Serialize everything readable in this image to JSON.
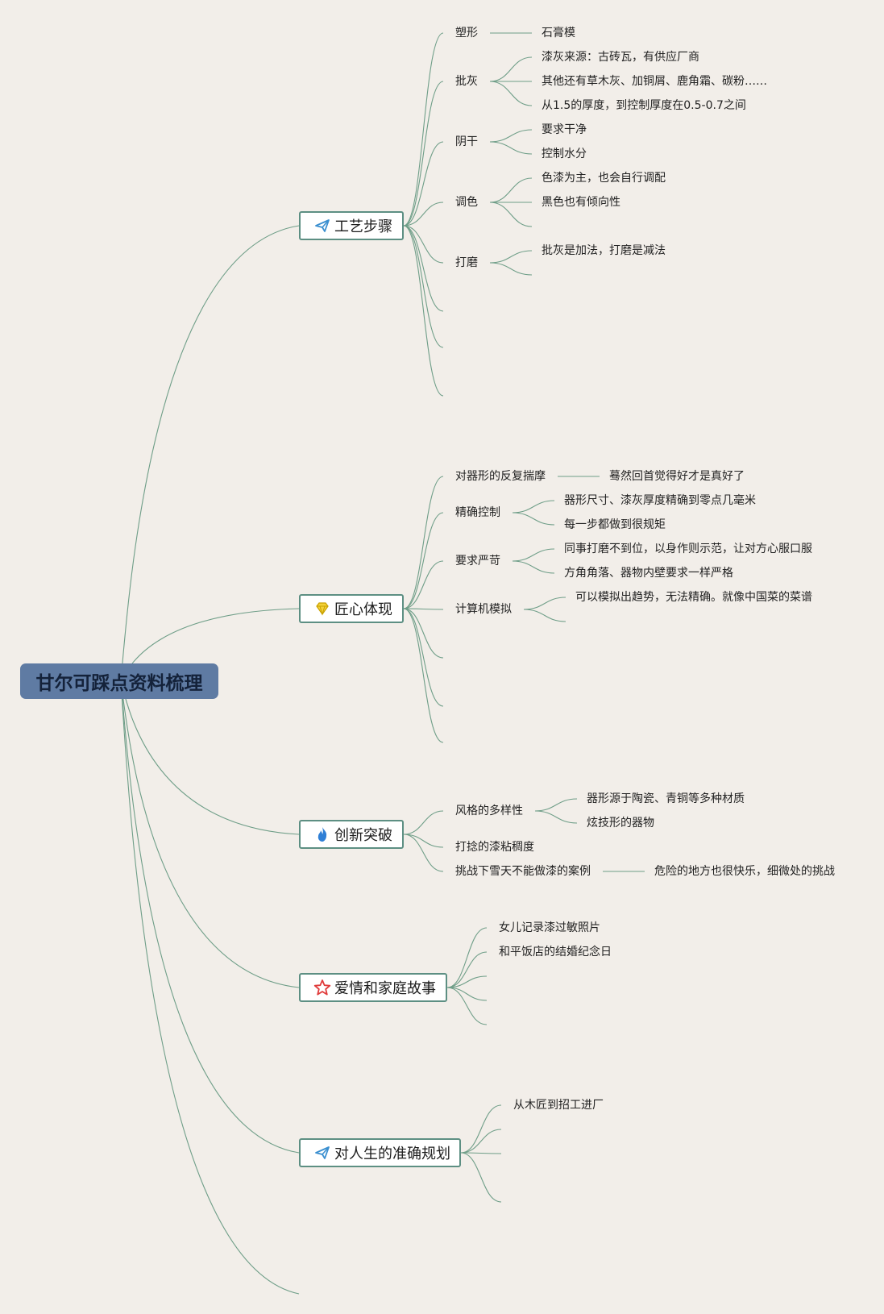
{
  "root": "甘尔可踩点资料梳理",
  "colors": {
    "line": "#6f9e88",
    "root_bg": "#5f7ba3",
    "branch_border": "#5d8f83",
    "background": "#f2eee9"
  },
  "branches": [
    {
      "label": "工艺步骤",
      "icon": "paper-plane-icon",
      "children": [
        {
          "label": "塑形",
          "children": [
            "石膏模"
          ]
        },
        {
          "label": "批灰",
          "children": [
            "漆灰来源：古砖瓦，有供应厂商",
            "其他还有草木灰、加铜屑、鹿角霜、碳粉……",
            "从1.5的厚度，到控制厚度在0.5-0.7之间"
          ]
        },
        {
          "label": "阴干",
          "children": [
            "要求干净",
            "控制水分"
          ]
        },
        {
          "label": "调色",
          "children": [
            "色漆为主，也会自行调配",
            "黑色也有倾向性",
            ""
          ]
        },
        {
          "label": "打磨",
          "children": [
            "批灰是加法，打磨是减法",
            ""
          ]
        },
        {
          "label": "",
          "children": []
        },
        {
          "label": "",
          "children": []
        },
        {
          "label": "",
          "children": []
        }
      ]
    },
    {
      "label": "匠心体现",
      "icon": "diamond-icon",
      "children": [
        {
          "label": "对器形的反复揣摩",
          "children": [
            "蓦然回首觉得好才是真好了"
          ]
        },
        {
          "label": "精确控制",
          "children": [
            "器形尺寸、漆灰厚度精确到零点几毫米",
            "每一步都做到很规矩"
          ]
        },
        {
          "label": "要求严苛",
          "children": [
            "同事打磨不到位，以身作则示范，让对方心服口服",
            "方角角落、器物内壁要求一样严格"
          ]
        },
        {
          "label": "计算机模拟",
          "children": [
            "可以模拟出趋势，无法精确。就像中国菜的菜谱",
            ""
          ]
        },
        {
          "label": "",
          "children": []
        },
        {
          "label": "",
          "children": []
        },
        {
          "label": "",
          "children": []
        }
      ]
    },
    {
      "label": "创新突破",
      "icon": "flame-icon",
      "children": [
        {
          "label": "风格的多样性",
          "children": [
            "器形源于陶瓷、青铜等多种材质",
            "炫技形的器物"
          ]
        },
        {
          "label": "打捻的漆粘稠度",
          "children": []
        },
        {
          "label": "挑战下雪天不能做漆的案例",
          "children": [
            "危险的地方也很快乐，细微处的挑战"
          ]
        }
      ]
    },
    {
      "label": "爱情和家庭故事",
      "icon": "star-icon",
      "children": [
        {
          "label": "女儿记录漆过敏照片",
          "children": []
        },
        {
          "label": "和平饭店的结婚纪念日",
          "children": []
        },
        {
          "label": "",
          "children": []
        },
        {
          "label": "",
          "children": []
        },
        {
          "label": "",
          "children": []
        }
      ]
    },
    {
      "label": "对人生的准确规划",
      "icon": "paper-plane-icon",
      "children": [
        {
          "label": "从木匠到招工进厂",
          "children": []
        },
        {
          "label": "",
          "children": []
        },
        {
          "label": "",
          "children": []
        },
        {
          "label": "",
          "children": []
        }
      ]
    }
  ]
}
